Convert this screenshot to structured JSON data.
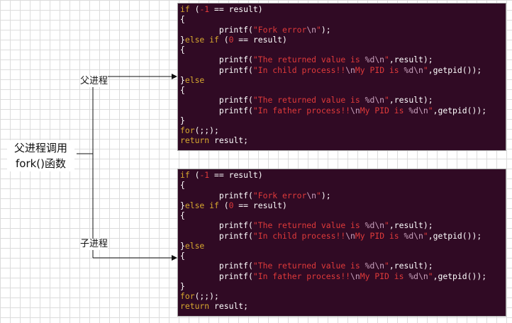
{
  "labels": {
    "caller_line1": "父进程调用",
    "caller_line2": "fork()函数",
    "parent": "父进程",
    "child": "子进程"
  },
  "colors": {
    "terminal_bg": "#300a24",
    "keyword": "#d7a82f",
    "string": "#e03a3a",
    "format": "#c9a1bd",
    "text": "#ffffff"
  },
  "code_blocks": [
    {
      "lines": [
        [
          {
            "c": "k",
            "t": "if"
          },
          {
            "c": "",
            "t": " ("
          },
          {
            "c": "n",
            "t": "-1"
          },
          {
            "c": "",
            "t": " == result)"
          }
        ],
        [
          {
            "c": "",
            "t": "{"
          }
        ],
        [
          {
            "c": "",
            "t": "        printf("
          },
          {
            "c": "s",
            "t": "\"Fork error"
          },
          {
            "c": "f",
            "t": "\\n"
          },
          {
            "c": "s",
            "t": "\""
          },
          {
            "c": "",
            "t": ");"
          }
        ],
        [
          {
            "c": "",
            "t": "}"
          },
          {
            "c": "k",
            "t": "else if"
          },
          {
            "c": "",
            "t": " ("
          },
          {
            "c": "n",
            "t": "0"
          },
          {
            "c": "",
            "t": " == result)"
          }
        ],
        [
          {
            "c": "",
            "t": "{"
          }
        ],
        [
          {
            "c": "",
            "t": "        printf("
          },
          {
            "c": "s",
            "t": "\"The returned value is "
          },
          {
            "c": "f",
            "t": "%d\\n"
          },
          {
            "c": "s",
            "t": "\""
          },
          {
            "c": "",
            "t": ",result);"
          }
        ],
        [
          {
            "c": "",
            "t": "        printf("
          },
          {
            "c": "s",
            "t": "\"In child process!!"
          },
          {
            "c": "f",
            "t": "\\n"
          },
          {
            "c": "s",
            "t": "My PID is "
          },
          {
            "c": "f",
            "t": "%d\\n"
          },
          {
            "c": "s",
            "t": "\""
          },
          {
            "c": "",
            "t": ",getpid());"
          }
        ],
        [
          {
            "c": "",
            "t": "}"
          },
          {
            "c": "k",
            "t": "else"
          }
        ],
        [
          {
            "c": "",
            "t": "{"
          }
        ],
        [
          {
            "c": "",
            "t": "        printf("
          },
          {
            "c": "s",
            "t": "\"The returned value is "
          },
          {
            "c": "f",
            "t": "%d\\n"
          },
          {
            "c": "s",
            "t": "\""
          },
          {
            "c": "",
            "t": ",result);"
          }
        ],
        [
          {
            "c": "",
            "t": "        printf("
          },
          {
            "c": "s",
            "t": "\"In father process!!"
          },
          {
            "c": "f",
            "t": "\\n"
          },
          {
            "c": "s",
            "t": "My PID is "
          },
          {
            "c": "f",
            "t": "%d\\n"
          },
          {
            "c": "s",
            "t": "\""
          },
          {
            "c": "",
            "t": ",getpid());"
          }
        ],
        [
          {
            "c": "",
            "t": "}"
          }
        ],
        [
          {
            "c": "k",
            "t": "for"
          },
          {
            "c": "",
            "t": "(;;);"
          }
        ],
        [
          {
            "c": "k",
            "t": "return"
          },
          {
            "c": "",
            "t": " result;"
          }
        ]
      ]
    },
    {
      "lines": [
        [
          {
            "c": "k",
            "t": "if"
          },
          {
            "c": "",
            "t": " ("
          },
          {
            "c": "n",
            "t": "-1"
          },
          {
            "c": "",
            "t": " == result)"
          }
        ],
        [
          {
            "c": "",
            "t": "{"
          }
        ],
        [
          {
            "c": "",
            "t": "        printf("
          },
          {
            "c": "s",
            "t": "\"Fork error"
          },
          {
            "c": "f",
            "t": "\\n"
          },
          {
            "c": "s",
            "t": "\""
          },
          {
            "c": "",
            "t": ");"
          }
        ],
        [
          {
            "c": "",
            "t": "}"
          },
          {
            "c": "k",
            "t": "else if"
          },
          {
            "c": "",
            "t": " ("
          },
          {
            "c": "n",
            "t": "0"
          },
          {
            "c": "",
            "t": " == result)"
          }
        ],
        [
          {
            "c": "",
            "t": "{"
          }
        ],
        [
          {
            "c": "",
            "t": "        printf("
          },
          {
            "c": "s",
            "t": "\"The returned value is "
          },
          {
            "c": "f",
            "t": "%d\\n"
          },
          {
            "c": "s",
            "t": "\""
          },
          {
            "c": "",
            "t": ",result);"
          }
        ],
        [
          {
            "c": "",
            "t": "        printf("
          },
          {
            "c": "s",
            "t": "\"In child process!!"
          },
          {
            "c": "f",
            "t": "\\n"
          },
          {
            "c": "s",
            "t": "My PID is "
          },
          {
            "c": "f",
            "t": "%d\\n"
          },
          {
            "c": "s",
            "t": "\""
          },
          {
            "c": "",
            "t": ",getpid());"
          }
        ],
        [
          {
            "c": "",
            "t": "}"
          },
          {
            "c": "k",
            "t": "else"
          }
        ],
        [
          {
            "c": "",
            "t": "{"
          }
        ],
        [
          {
            "c": "",
            "t": "        printf("
          },
          {
            "c": "s",
            "t": "\"The returned value is "
          },
          {
            "c": "f",
            "t": "%d\\n"
          },
          {
            "c": "s",
            "t": "\""
          },
          {
            "c": "",
            "t": ",result);"
          }
        ],
        [
          {
            "c": "",
            "t": "        printf("
          },
          {
            "c": "s",
            "t": "\"In father process!!"
          },
          {
            "c": "f",
            "t": "\\n"
          },
          {
            "c": "s",
            "t": "My PID is "
          },
          {
            "c": "f",
            "t": "%d\\n"
          },
          {
            "c": "s",
            "t": "\""
          },
          {
            "c": "",
            "t": ",getpid());"
          }
        ],
        [
          {
            "c": "",
            "t": "}"
          }
        ],
        [
          {
            "c": "k",
            "t": "for"
          },
          {
            "c": "",
            "t": "(;;);"
          }
        ],
        [
          {
            "c": "k",
            "t": "return"
          },
          {
            "c": "",
            "t": " result;"
          }
        ]
      ]
    }
  ]
}
